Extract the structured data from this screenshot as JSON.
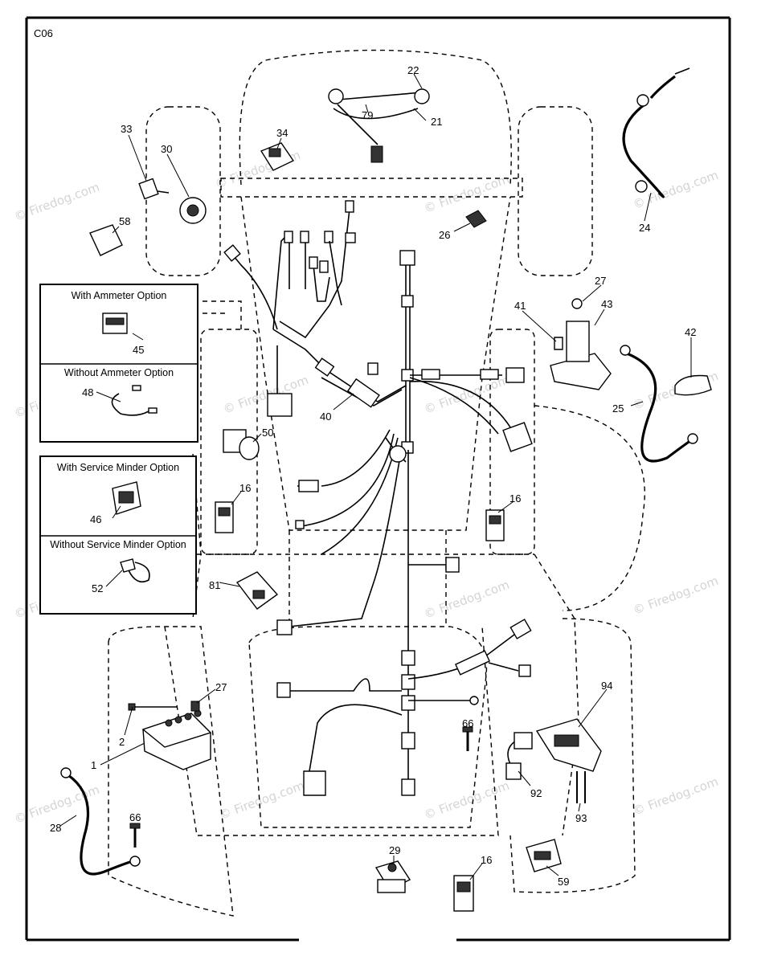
{
  "diagram_code": "C06",
  "watermark": "© Firedog.com",
  "options": {
    "ammeter_with": "With Ammeter Option",
    "ammeter_without": "Without Ammeter Option",
    "service_with": "With Service Minder Option",
    "service_without": "Without Service Minder Option"
  },
  "callouts": [
    "22",
    "79",
    "21",
    "34",
    "33",
    "30",
    "58",
    "24",
    "26",
    "27",
    "41",
    "43",
    "42",
    "25",
    "45",
    "48",
    "40",
    "50",
    "16",
    "16",
    "16",
    "46",
    "52",
    "81",
    "94",
    "27",
    "2",
    "1",
    "66",
    "66",
    "92",
    "93",
    "28",
    "29",
    "59"
  ]
}
